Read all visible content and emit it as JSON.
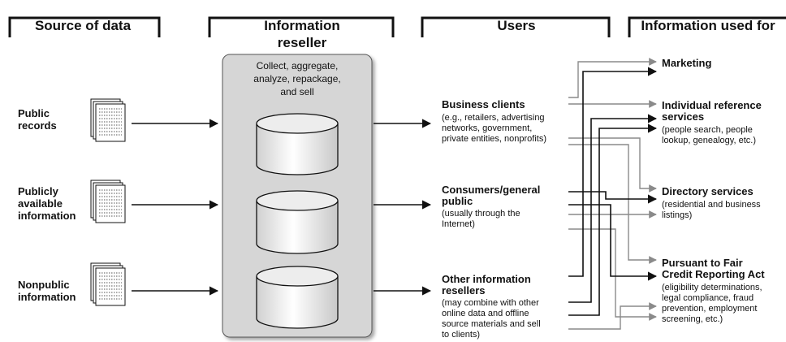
{
  "headers": {
    "source": "Source of data",
    "reseller_line1": "Information",
    "reseller_line2": "reseller",
    "users": "Users",
    "used_for": "Information used for"
  },
  "sources": [
    {
      "lines": [
        "Public",
        "records"
      ]
    },
    {
      "lines": [
        "Publicly",
        "available",
        "information"
      ]
    },
    {
      "lines": [
        "Nonpublic",
        "information"
      ]
    }
  ],
  "reseller": {
    "lines": [
      "Collect, aggregate,",
      "analyze, repackage,",
      "and sell"
    ]
  },
  "users": [
    {
      "title": [
        "Business clients"
      ],
      "desc": [
        "(e.g., retailers, advertising",
        "networks, government,",
        "private entities, nonprofits)"
      ]
    },
    {
      "title": [
        "Consumers/general",
        "public"
      ],
      "desc": [
        "(usually through the",
        "Internet)"
      ]
    },
    {
      "title": [
        "Other information",
        "resellers"
      ],
      "desc": [
        "(may combine with other",
        "online data and offline",
        "source materials and sell",
        "to clients)"
      ]
    }
  ],
  "uses": [
    {
      "title": [
        "Marketing"
      ],
      "desc": []
    },
    {
      "title": [
        "Individual reference",
        "services"
      ],
      "desc": [
        "(people search, people",
        "lookup, genealogy, etc.)"
      ]
    },
    {
      "title": [
        "Directory services"
      ],
      "desc": [
        "(residential and business",
        "listings)"
      ]
    },
    {
      "title": [
        "Pursuant to Fair",
        "Credit Reporting Act"
      ],
      "desc": [
        "(eligibility determinations,",
        "legal compliance, fraud",
        "prevention, employment",
        "screening, etc.)"
      ]
    }
  ],
  "colors": {
    "reseller_box": "#d6d6d6",
    "black_arrow": "#111111",
    "gray_arrow": "#8a8a8a"
  }
}
